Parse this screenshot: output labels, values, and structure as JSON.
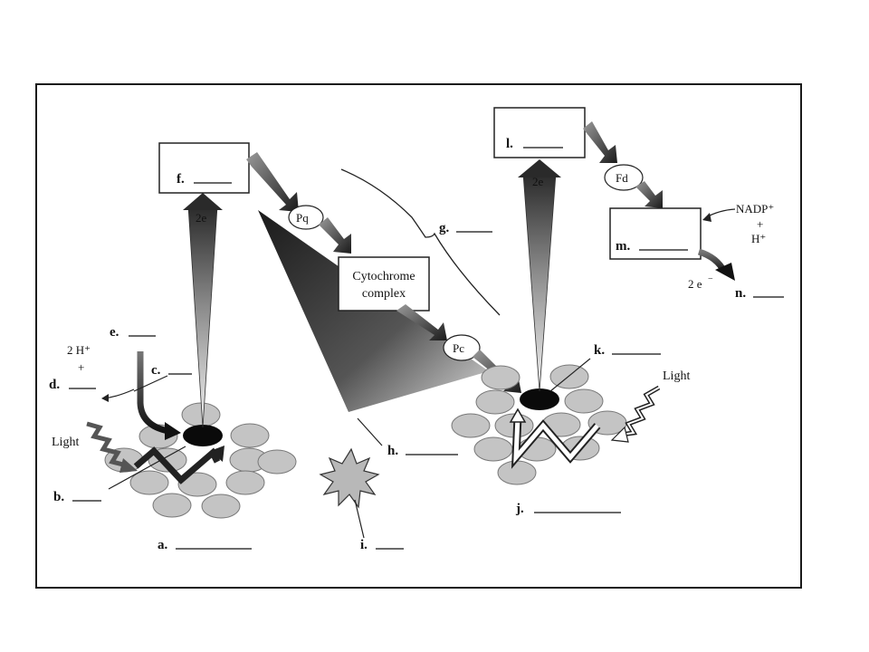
{
  "labels": {
    "a": "a.",
    "b": "b.",
    "c": "c.",
    "d": "d.",
    "e": "e.",
    "f": "f.",
    "g": "g.",
    "h": "h.",
    "i": "i.",
    "j": "j.",
    "k": "k.",
    "l": "l.",
    "m": "m.",
    "n": "n."
  },
  "carriers": {
    "pq": "Pq",
    "cytochrome_line1": "Cytochrome",
    "cytochrome_line2": "complex",
    "pc": "Pc",
    "fd": "Fd"
  },
  "text": {
    "light_left": "Light",
    "light_right": "Light",
    "two_e_left": "2e",
    "two_e_right": "2e",
    "two_e_bottom": "2 e",
    "e_superscript": "−",
    "two_h_plus": "2 H⁺",
    "plus_left": "+",
    "nadp": "NADP⁺",
    "plus_right": "+",
    "h_plus": "H⁺"
  }
}
